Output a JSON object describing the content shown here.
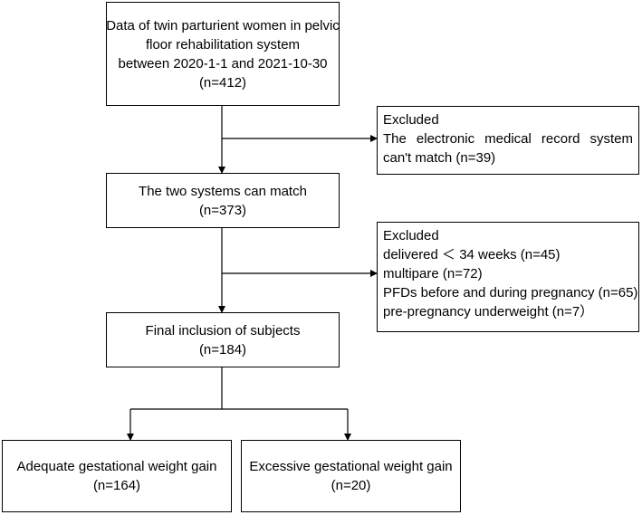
{
  "flowchart": {
    "source_box": {
      "lines": [
        "Data of twin parturient women in  pelvic",
        "floor rehabilitation system",
        "between 2020-1-1 and 2021-10-30",
        "(n=412)"
      ]
    },
    "exclusion_1": {
      "heading": "Excluded",
      "lines": [
        "The electronic medical record system",
        "can't match (n=39)"
      ]
    },
    "matched_box": {
      "lines": [
        "The two systems can match",
        "(n=373)"
      ]
    },
    "exclusion_2": {
      "heading": "Excluded",
      "lines": [
        "delivered ＜ 34 weeks (n=45)",
        "multipare (n=72)",
        "PFDs before and during pregnancy (n=65)",
        "pre-pregnancy underweight (n=7）"
      ]
    },
    "final_box": {
      "lines": [
        "Final inclusion of subjects",
        "(n=184)"
      ]
    },
    "adequate_box": {
      "lines": [
        "Adequate gestational weight gain",
        "(n=164)"
      ]
    },
    "excessive_box": {
      "lines": [
        "Excessive gestational weight gain",
        "(n=20)"
      ]
    }
  }
}
